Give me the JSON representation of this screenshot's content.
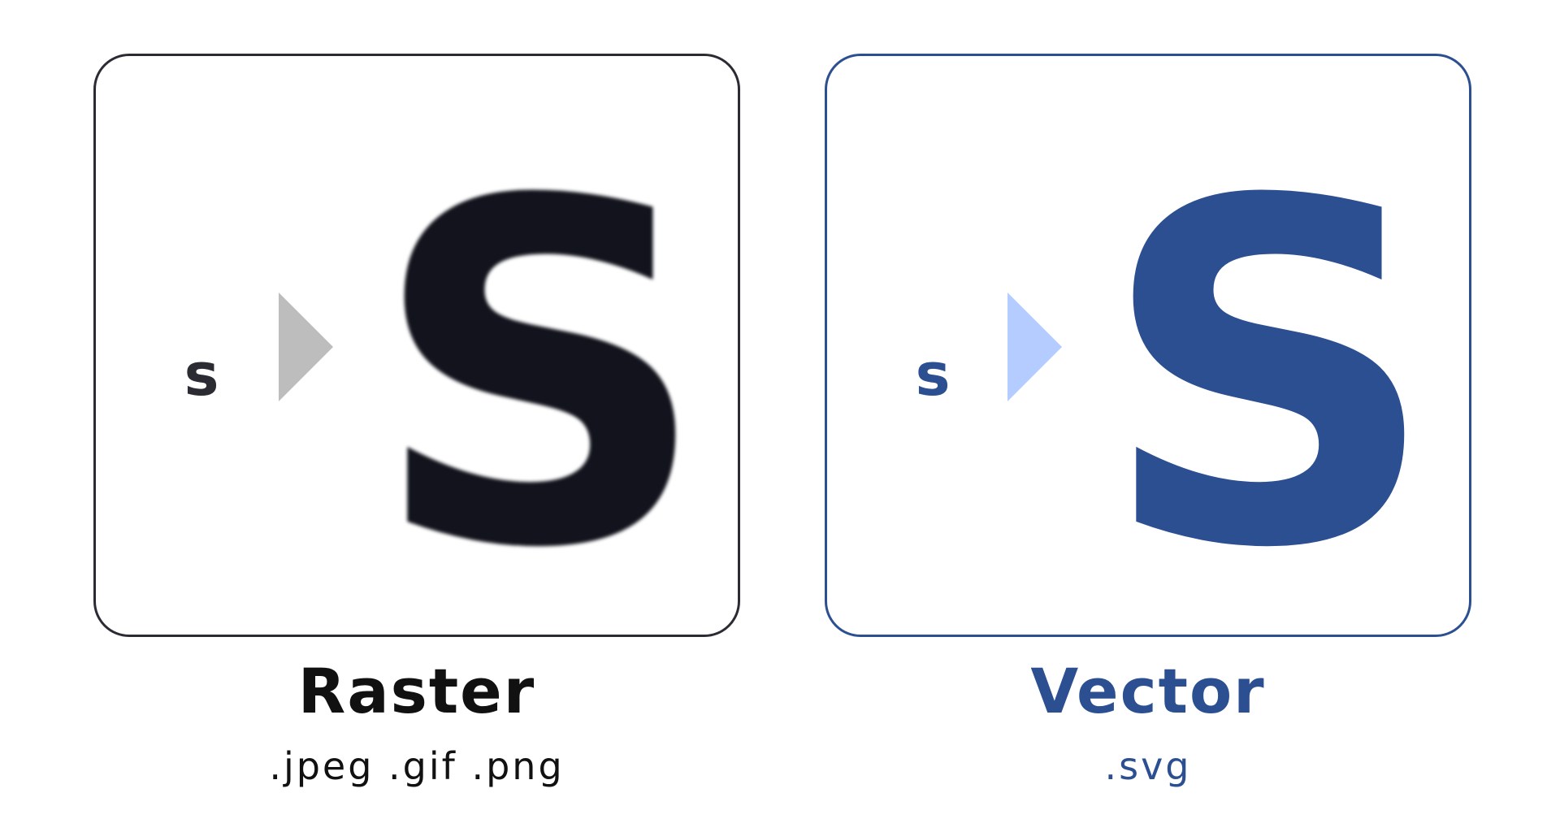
{
  "raster": {
    "small_letter": "s",
    "big_letter": "S",
    "title": "Raster",
    "formats": ".jpeg .gif .png",
    "color": "#2b2c33",
    "arrow_color": "#bdbdbd",
    "arrow_icon": "triangle-right-icon"
  },
  "vector": {
    "small_letter": "s",
    "big_letter": "S",
    "title": "Vector",
    "formats": ".svg",
    "color": "#2b4f91",
    "arrow_color": "#b4ccff",
    "arrow_icon": "triangle-right-icon"
  }
}
